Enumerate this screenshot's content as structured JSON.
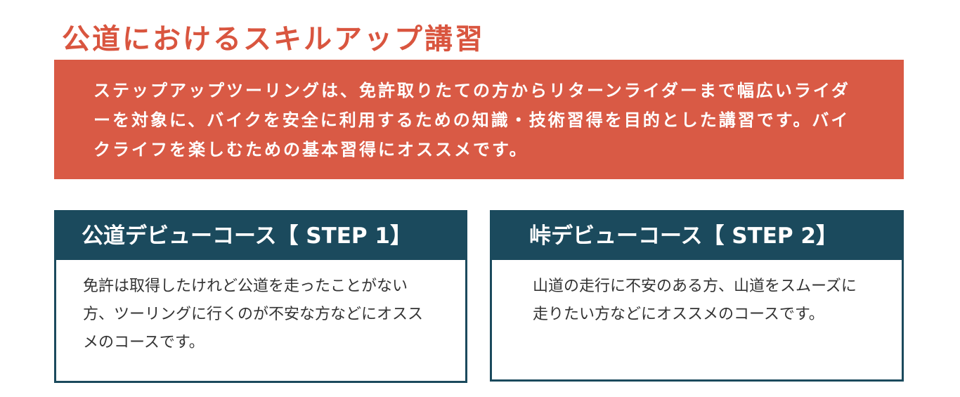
{
  "title": "公道におけるスキルアップ講習",
  "banner": {
    "text": "ステップアップツーリングは、免許取りたての方からリターンライダーまで幅広いライダーを対象に、バイクを安全に利用するための知識・技術習得を目的とした講習です。バイクライフを楽しむための基本習得にオススメです。"
  },
  "courses": [
    {
      "title": "公道デビューコース【 STEP 1】",
      "description": "免許は取得したけれど公道を走ったことがない方、ツーリングに行くのが不安な方などにオススメのコースです。"
    },
    {
      "title": "峠デビューコース【 STEP 2】",
      "description": "山道の走行に不安のある方、山道をスムーズに走りたい方などにオススメのコースです。"
    }
  ],
  "colors": {
    "accent": "#d9553f",
    "banner": "#d95a45",
    "navy": "#1b4a5d"
  }
}
